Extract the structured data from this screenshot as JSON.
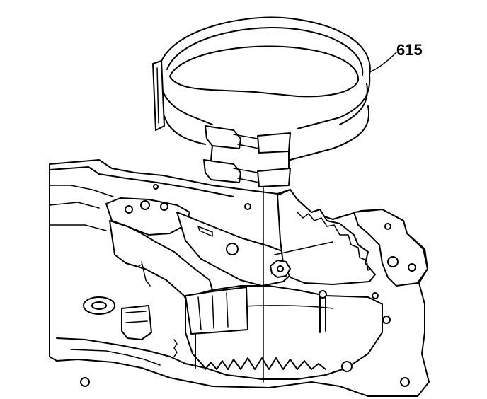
{
  "callout": {
    "label": "615"
  },
  "icons": {
    "band": "brake-band-illustration",
    "case": "transmission-case-illustration"
  },
  "colors": {
    "line": "#000000",
    "background": "#ffffff"
  }
}
